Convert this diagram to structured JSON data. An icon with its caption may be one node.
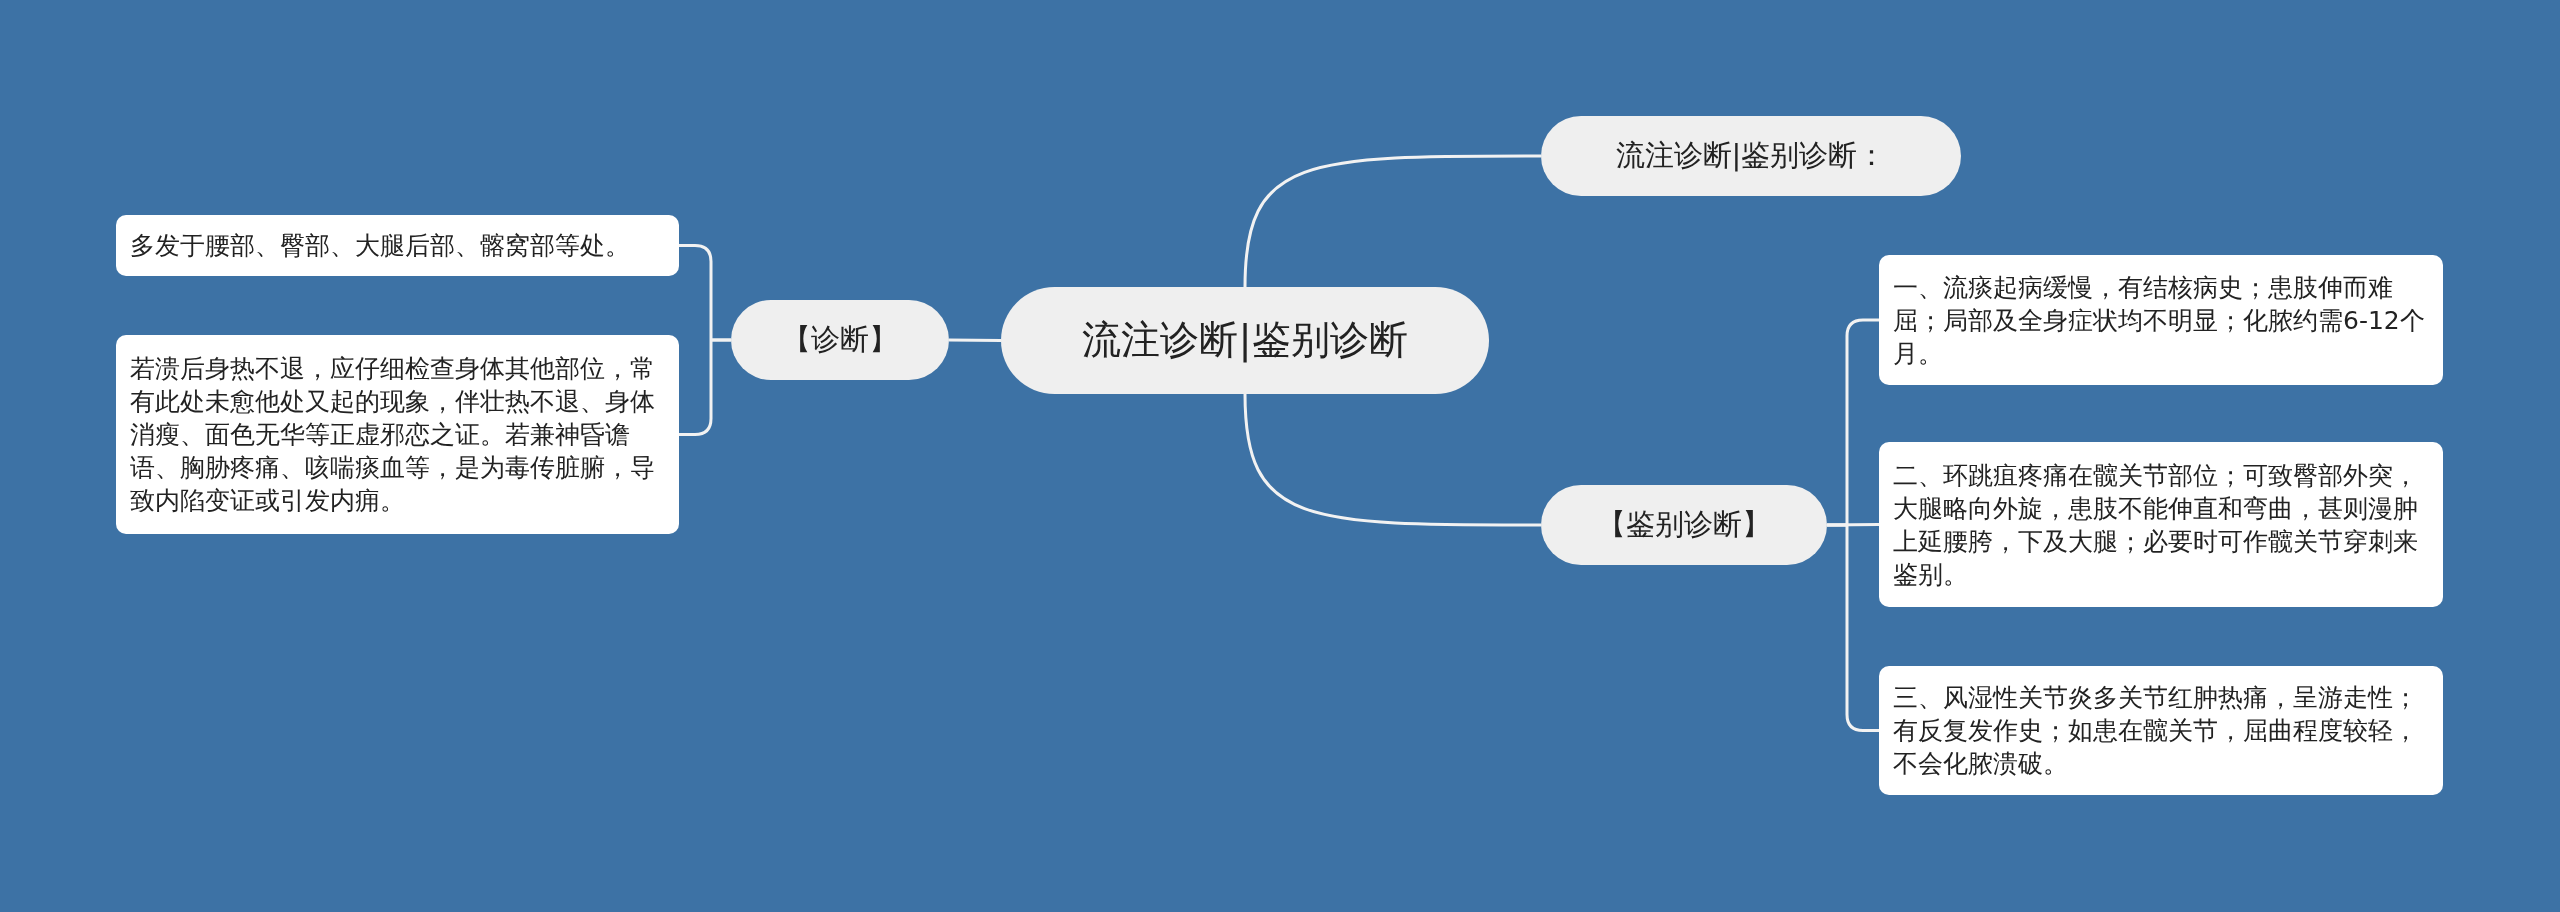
{
  "diagram": {
    "nodes": [
      {
        "text": [
          "流注诊断|鉴别诊断"
        ]
      },
      {
        "text": [
          "【诊断】"
        ]
      },
      {
        "text": [
          "多发于腰部、臀部、大腿后部、髂窝部等处。"
        ]
      },
      {
        "text": [
          "若溃后身热不退，应仔细检查身体其他部位，常有此处未愈他处又起的现象，伴壮热不退、身体消瘦、面色无华等正虚邪恋之证。若兼神昏谵语、胸胁疼痛、咳喘痰血等，是为毒传脏腑，导致内陷变证或引发内痈。"
        ]
      },
      {
        "text": [
          "流注诊断|鉴别诊断："
        ]
      },
      {
        "text": [
          "【鉴别诊断】"
        ]
      },
      {
        "text": [
          "一、流痰起病缓慢，有结核病史；患肢伸而难屈；局部及全身症状均不明显；化脓约需6-12个月。"
        ]
      },
      {
        "text": [
          "二、环跳疽疼痛在髋关节部位；可致臀部外突，大腿略向外旋，患肢不能伸直和弯曲，甚则漫肿上延腰胯，下及大腿；必要时可作髋关节穿刺来鉴别。"
        ]
      },
      {
        "text": [
          "三、风湿性关节炎多关节红肿热痛，呈游走性；有反复发作史；如患在髋关节，屈曲程度较轻，不会化脓溃破。"
        ]
      }
    ],
    "edges": [
      {
        "from": 0,
        "to": 1,
        "arrow": "none"
      },
      {
        "from": 1,
        "to": 2,
        "arrow": "none"
      },
      {
        "from": 1,
        "to": 3,
        "arrow": "none"
      },
      {
        "from": 0,
        "to": 4,
        "arrow": "none"
      },
      {
        "from": 0,
        "to": 5,
        "arrow": "none"
      },
      {
        "from": 5,
        "to": 6,
        "arrow": "none"
      },
      {
        "from": 5,
        "to": 7,
        "arrow": "none"
      },
      {
        "from": 5,
        "to": 8,
        "arrow": "none"
      }
    ]
  }
}
